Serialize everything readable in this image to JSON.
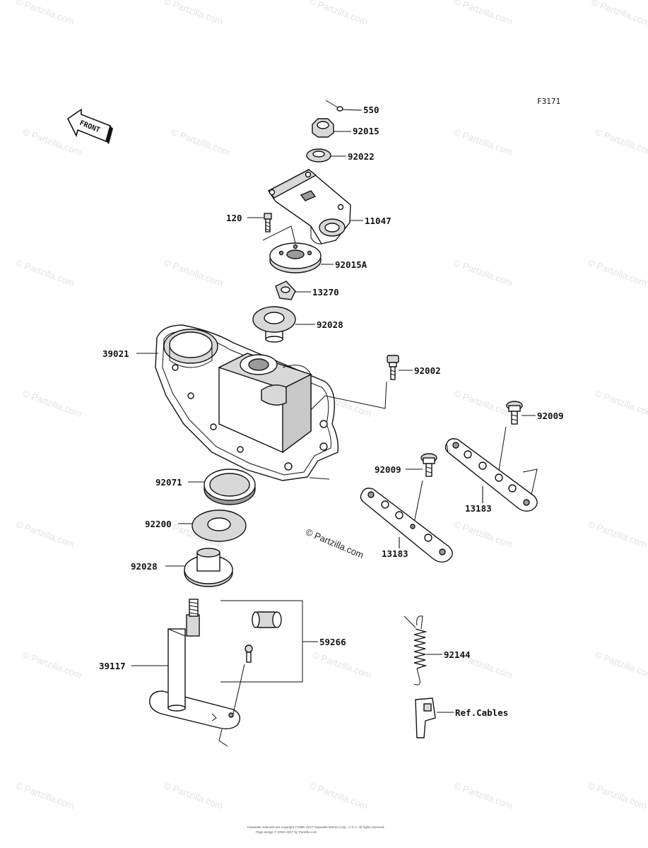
{
  "figure_code": "F3171",
  "front_label": "FRONT",
  "watermark_text": "© Partzilla.com",
  "center_watermark": "© Partzilla.com",
  "footer_line1": "Kawasaki materials are copyright ©1996–2017 Kawasaki Motors Corp., U.S.A. All rights reserved.",
  "footer_line2": "Page design © 2003–2017 by Partzilla.com",
  "labels": {
    "p550": "550",
    "p92015": "92015",
    "p92022": "92022",
    "p120": "120",
    "p11047": "11047",
    "p92015a": "92015A",
    "p13270": "13270",
    "p92028_top": "92028",
    "p39021": "39021",
    "p92002": "92002",
    "p92009_right": "92009",
    "p92009_left": "92009",
    "p13183_right": "13183",
    "p13183_left": "13183",
    "p92071": "92071",
    "p92200": "92200",
    "p92028_bottom": "92028",
    "p59266": "59266",
    "p39117": "39117",
    "p92144": "92144",
    "ref_cables": "Ref.Cables"
  }
}
